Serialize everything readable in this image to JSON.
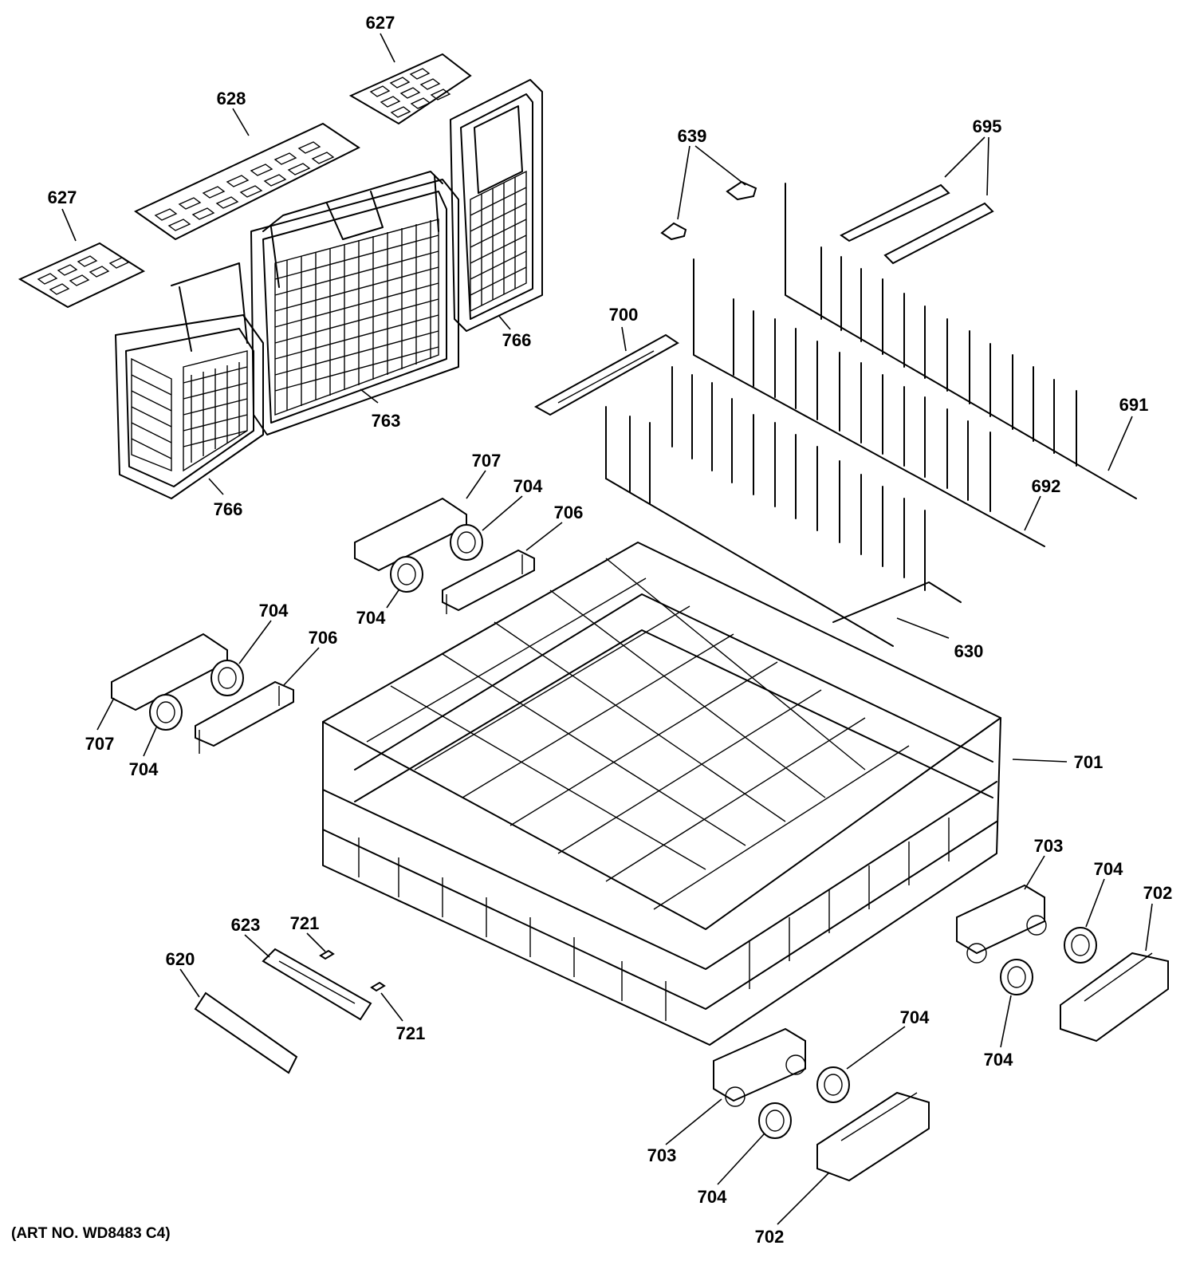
{
  "diagram": {
    "art_number": "(ART NO. WD8483 C4)",
    "callouts": {
      "c627_top": "627",
      "c628": "628",
      "c627_left": "627",
      "c639": "639",
      "c695": "695",
      "c766_right": "766",
      "c763": "763",
      "c766_left": "766",
      "c700": "700",
      "c691": "691",
      "c692": "692",
      "c707_upper": "707",
      "c704_upper_a": "704",
      "c706_upper": "706",
      "c704_upper_b": "704",
      "c630": "630",
      "c704_left_a": "704",
      "c706_left": "706",
      "c707_left": "707",
      "c704_left_b": "704",
      "c701": "701",
      "c703_right": "703",
      "c704_right_a": "704",
      "c702_right": "702",
      "c704_right_b": "704",
      "c721_a": "721",
      "c623": "623",
      "c620": "620",
      "c721_b": "721",
      "c704_bottom_a": "704",
      "c703_bottom": "703",
      "c704_bottom_b": "704",
      "c702_bottom": "702"
    }
  }
}
